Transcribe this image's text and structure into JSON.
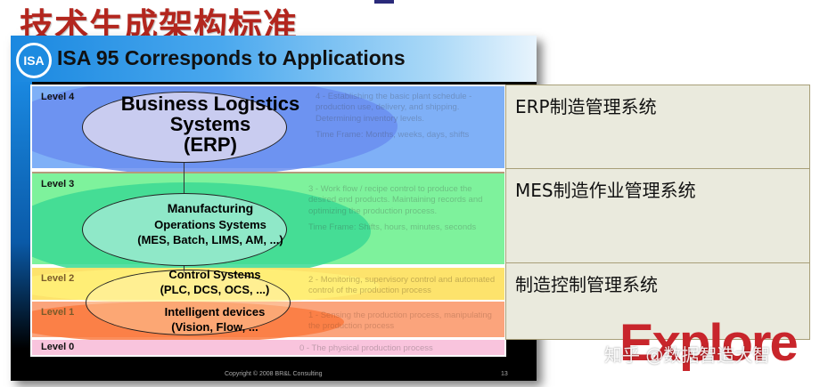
{
  "header": {
    "cn_title": "技术生成架构标准"
  },
  "slide": {
    "logo": "ISA",
    "title": "ISA 95 Corresponds to Applications",
    "footer": "Copyright © 2008 BR&L Consulting",
    "page_number": "13"
  },
  "levels": [
    {
      "label": "Level 4",
      "system": [
        "Business Logistics",
        "Systems",
        "(ERP)"
      ],
      "description": "4 - Establishing the basic plant schedule - production use, delivery, and shipping. Determining inventory levels.",
      "time_frame": "Time Frame: Months, weeks, days, shifts",
      "color": "#7fb0f7"
    },
    {
      "label": "Level 3",
      "system": [
        "Manufacturing",
        "Operations Systems",
        "(MES, Batch, LIMS, AM, ...)"
      ],
      "description": "3 - Work flow / recipe control to produce the desired end products. Maintaining records and optimizing the production process.",
      "time_frame": "Time Frame: Shifts, hours, minutes, seconds",
      "color": "#7ef29c"
    },
    {
      "label": "Level 2",
      "system": [
        "Control Systems",
        "(PLC, DCS, OCS, ...)"
      ],
      "description": "2 - Monitoring, supervisory control and automated control of the production process",
      "color": "#fde36c"
    },
    {
      "label": "Level 1",
      "system": [
        "Intelligent devices",
        "(Vision, Flow, ..."
      ],
      "description": "1 - Sensing the production process, manipulating the production process",
      "color": "#fba47c"
    },
    {
      "label": "Level 0",
      "description": "0 - The physical production process",
      "color": "#f9c4dd"
    }
  ],
  "applications": [
    "ERP制造管理系统",
    "MES制造作业管理系统",
    "制造控制管理系统"
  ],
  "overlay": {
    "explore": "Explore",
    "watermark": "知乎 @数据智造大智"
  }
}
